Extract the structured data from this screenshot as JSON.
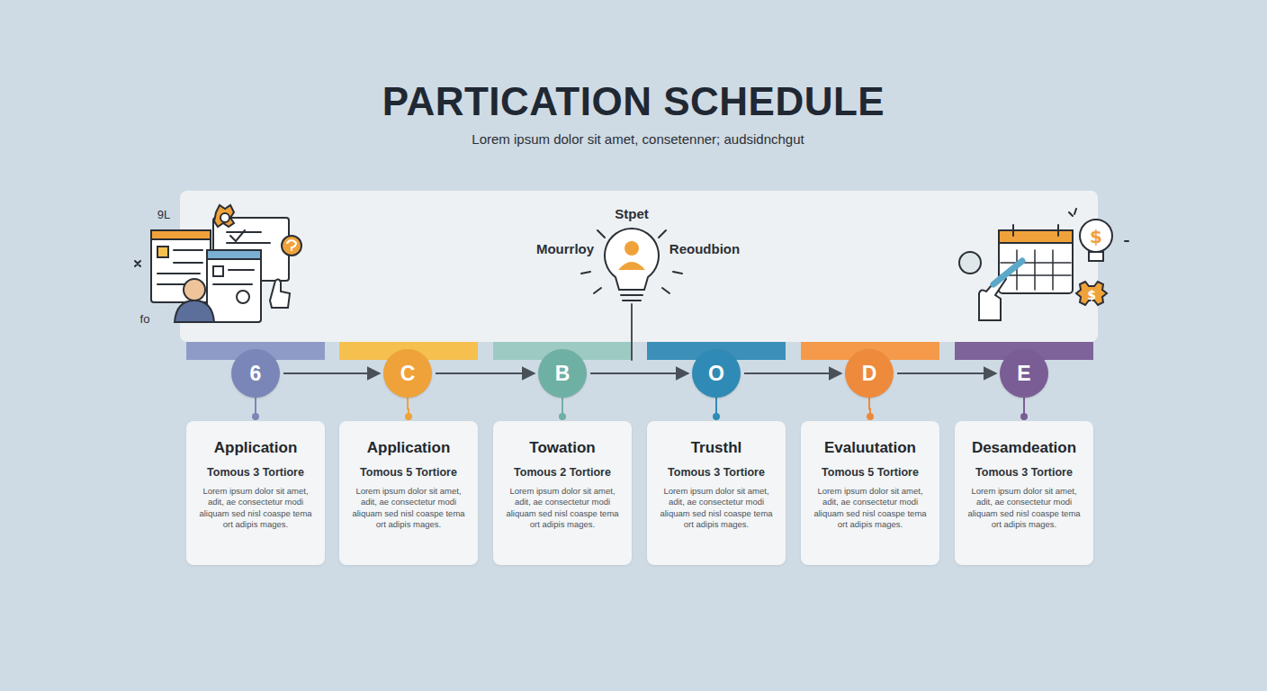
{
  "diagram": {
    "title": "PARTICATION SCHEDULE",
    "caption": "Lorem ipsum dolor sit amet, consetenner; audsidnchgut",
    "nodes": [
      {
        "text": [
          "6"
        ]
      },
      {
        "text": [
          "C"
        ]
      },
      {
        "text": [
          "B"
        ]
      },
      {
        "text": [
          "O"
        ]
      },
      {
        "text": [
          "D"
        ]
      },
      {
        "text": [
          "E"
        ]
      },
      {
        "text": [
          "Application",
          "Tomous 3 Tortiore",
          "Lorem ipsum dolor sit amet, adit, ae consectetur modi aliquam sed nisl coaspe tema ort adipis mages."
        ]
      },
      {
        "text": [
          "Application",
          "Tomous 5 Tortiore",
          "Lorem ipsum dolor sit amet, adit, ae consectetur modi aliquam sed nisl coaspe tema ort adipis mages."
        ]
      },
      {
        "text": [
          "Towation",
          "Tomous 2 Tortiore",
          "Lorem ipsum dolor sit amet, adit, ae consectetur modi aliquam sed nisl coaspe tema ort adipis mages."
        ]
      },
      {
        "text": [
          "Trusthl",
          "Tomous 3 Tortiore",
          "Lorem ipsum dolor sit amet, adit, ae consectetur modi aliquam sed nisl coaspe tema ort adipis mages."
        ]
      },
      {
        "text": [
          "Evaluutation",
          "Tomous 5 Tortiore",
          "Lorem ipsum dolor sit amet, adit, ae consectetur modi aliquam sed nisl coaspe tema ort adipis mages."
        ]
      },
      {
        "text": [
          "Desamdeation",
          "Tomous 3 Tortiore",
          "Lorem ipsum dolor sit amet, adit, ae consectetur modi aliquam sed nisl coaspe tema ort adipis mages."
        ]
      }
    ],
    "edges": [
      {
        "from": 0,
        "to": 1,
        "arrow": "to"
      },
      {
        "from": 1,
        "to": 2,
        "arrow": "to"
      },
      {
        "from": 2,
        "to": 3,
        "arrow": "to"
      },
      {
        "from": 3,
        "to": 4,
        "arrow": "to"
      },
      {
        "from": 4,
        "to": 5,
        "arrow": "to"
      },
      {
        "from": 0,
        "to": 6,
        "arrow": "none"
      },
      {
        "from": 1,
        "to": 7,
        "arrow": "none"
      },
      {
        "from": 2,
        "to": 8,
        "arrow": "none"
      },
      {
        "from": 3,
        "to": 9,
        "arrow": "none"
      },
      {
        "from": 4,
        "to": 10,
        "arrow": "none"
      },
      {
        "from": 5,
        "to": 11,
        "arrow": "none"
      }
    ],
    "labels": [
      "Stpet",
      "Mourrloy",
      "Reoudbion",
      "9L",
      "fo"
    ]
  }
}
